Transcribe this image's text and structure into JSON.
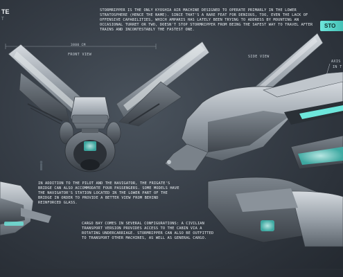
{
  "header": {
    "title_fragment_left": "TE",
    "title_fragment_left_sub": "T",
    "title_chip": "STO",
    "description": "STORMRIPPER IS THE ONLY KYOSHIA AIR MACHINE DESIGNED TO OPERATE PRIMARLY IN THE LOWER STRATOSPHERE (HENCE THE NAME). SINCE THAT'S A RARE FEAT FOR DENIOUS, TOO, EVEN THE LACK OF OFFENSIVE CAPABILITIES, WHICH AMPARIS HAS LATELY BEEN TRYING TO ADDRESS BY MOUNTING AN OCCASIONAL TURRET OR TWO, DOESN'T STOP STORMRIPPER FROM BEING THE SAFEST WAY TO TRAVEL AFTER TRAINS AND INCONTESTABLY THE FASTEST ONE."
  },
  "views": {
    "front_label": "FRONT VIEW",
    "side_label": "SIDE VIEW",
    "dimension": "3800 cm"
  },
  "callout": {
    "line1": "AXIS",
    "line2": "IN T"
  },
  "notes": {
    "crew": "IN ADDITION TO THE PILOT AND THE NAVIGATOR, THE FRIGATE'S BRIDGE CAN ALSO ACCOMMODATE FOUR PASSENGERS. SOME MODELS HAVE THE NAVIGATOR'S STATION LOCATED IN THE LOWER PART OF THE BRIDGE IN ORDER TO PROVIDE A BETTER VIEW FROM BEHIND REINFORCED GLASS.",
    "cargo": "CARGO BAY COMES IN SEVERAL CONFIGURATIONS: A CIVILIAN TRANSPORT VERSION PROVIDES ACCESS TO THE CABIN VIA A ROTATING UNDERCARRIAGE. STORMRIPPER CAN ALSO BE OUTFITTED TO TRANSPORT OTHER MACHINES, AS WELL AS GENERAL CARGO."
  },
  "colors": {
    "accent_teal": "#6ee7dc",
    "hull_grey": "#9aa2aa",
    "background": "#363d46"
  }
}
